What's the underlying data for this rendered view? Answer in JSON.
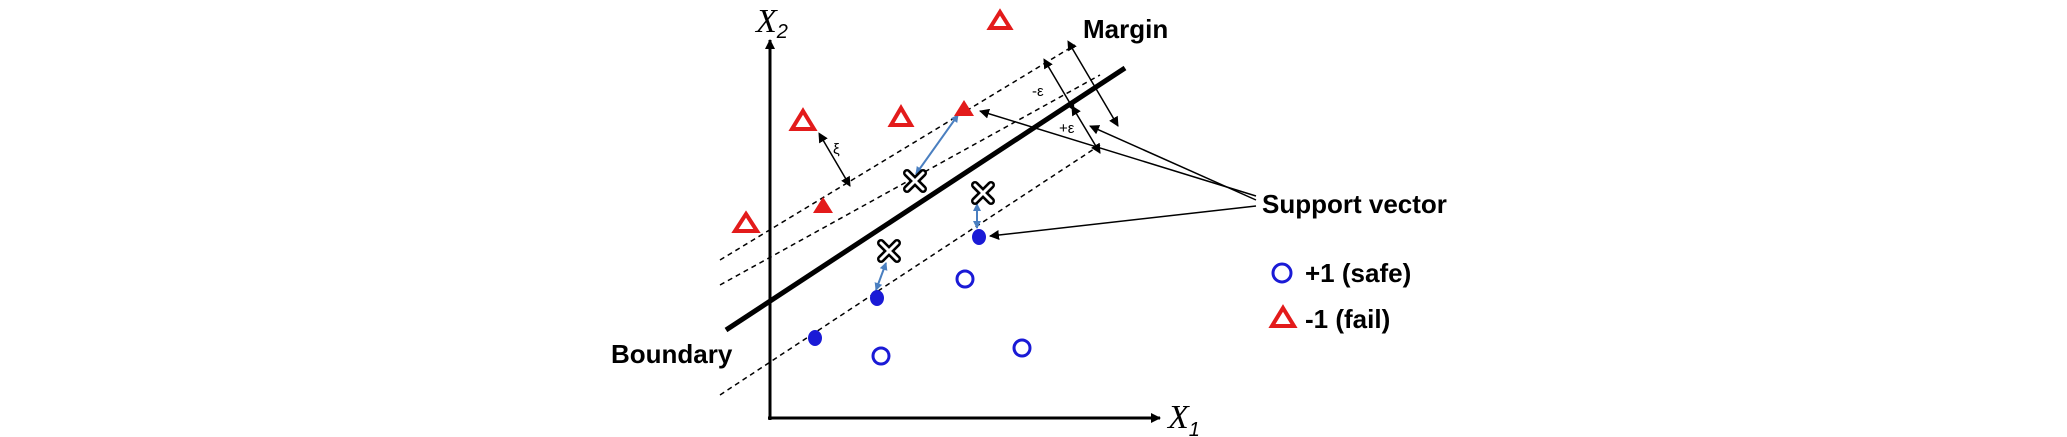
{
  "axes": {
    "x_label": "X",
    "x_sub": "1",
    "y_label": "X",
    "y_sub": "2"
  },
  "labels": {
    "margin": "Margin",
    "boundary": "Boundary",
    "support_vector": "Support vector",
    "minus_eps": "-ε",
    "plus_eps": "+ε",
    "xi": "ξ"
  },
  "legend": {
    "safe": "+1 (safe)",
    "fail": "-1 (fail)"
  },
  "colors": {
    "safe": "#1a1ad6",
    "fail": "#e31b1b",
    "arrow_blue": "#4a7fc0",
    "line": "#000000"
  },
  "icons": [
    "open-circle-icon",
    "filled-circle-icon",
    "open-triangle-icon",
    "filled-triangle-icon",
    "cross-marker-icon"
  ]
}
